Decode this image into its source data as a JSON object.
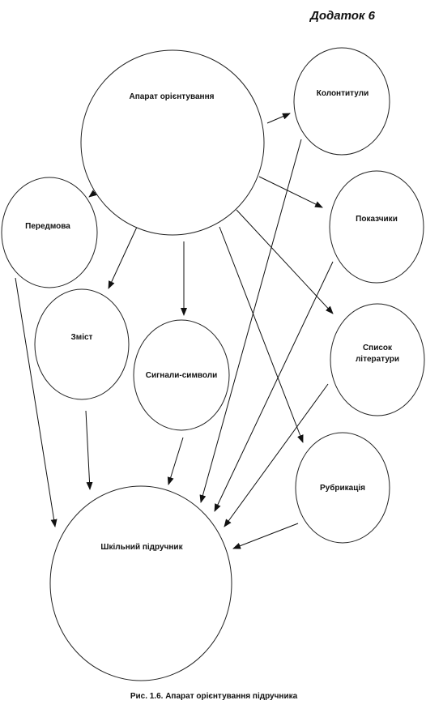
{
  "appendix_label": "Додаток 6",
  "caption": "Рис. 1.6. Апарат орієнтування підручника",
  "nodes": {
    "aparat": "Апарат орієнтування",
    "kolontytuly": "Колонтитули",
    "peredmova": "Передмова",
    "pokazhchyky": "Показчики",
    "zmist": "Зміст",
    "syhnaly": "Сигнали-символи",
    "spysok_line1": "Список",
    "spysok_line2": "літератури",
    "rubrykatsiia": "Рубрикація",
    "pidruchnyk": "Шкільний підручник"
  },
  "edges": [
    {
      "from": "aparat",
      "to": "kolontytuly"
    },
    {
      "from": "aparat",
      "to": "pokazhchyky"
    },
    {
      "from": "aparat",
      "to": "peredmova"
    },
    {
      "from": "aparat",
      "to": "zmist"
    },
    {
      "from": "aparat",
      "to": "syhnaly"
    },
    {
      "from": "aparat",
      "to": "spysok"
    },
    {
      "from": "aparat",
      "to": "rubrykatsiia"
    },
    {
      "from": "kolontytuly",
      "to": "pidruchnyk"
    },
    {
      "from": "peredmova",
      "to": "pidruchnyk"
    },
    {
      "from": "zmist",
      "to": "pidruchnyk"
    },
    {
      "from": "syhnaly",
      "to": "pidruchnyk"
    },
    {
      "from": "pokazhchyky",
      "to": "pidruchnyk"
    },
    {
      "from": "spysok",
      "to": "pidruchnyk"
    },
    {
      "from": "rubrykatsiia",
      "to": "pidruchnyk"
    }
  ]
}
